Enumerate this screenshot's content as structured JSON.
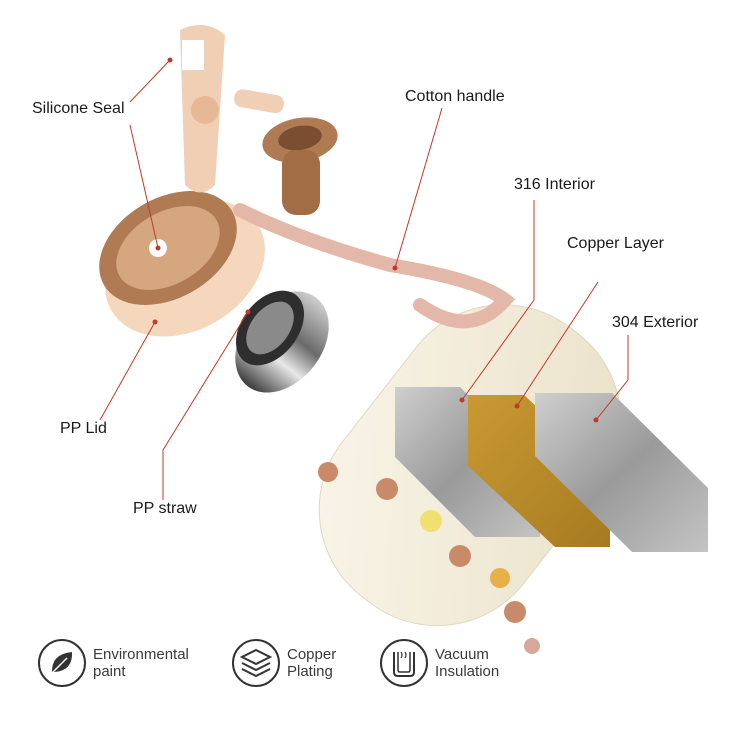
{
  "callouts": {
    "silicone_seal": "Silicone Seal",
    "cotton_handle": "Cotton handle",
    "interior_316": "316 Interior",
    "copper_layer": "Copper Layer",
    "exterior_304": "304 Exterior",
    "pp_lid": "PP Lid",
    "pp_straw": "PP straw"
  },
  "features": [
    {
      "icon": "leaf-icon",
      "line1": "Environmental",
      "line2": "paint"
    },
    {
      "icon": "layers-icon",
      "line1": "Copper",
      "line2": "Plating"
    },
    {
      "icon": "vacuum-cup-icon",
      "line1": "Vacuum",
      "line2": "Insulation"
    }
  ],
  "colors": {
    "leader_line": "#c0392b",
    "bottle_body": "#f3ecd9",
    "lid": "#f4d7bd",
    "lid_rim": "#b07a52",
    "steel": "#a8a8a8",
    "copper": "#b88a2a",
    "dots": [
      "#c98a6a",
      "#e8b048",
      "#f0e070",
      "#8fb4dc",
      "#d7a79b"
    ]
  }
}
